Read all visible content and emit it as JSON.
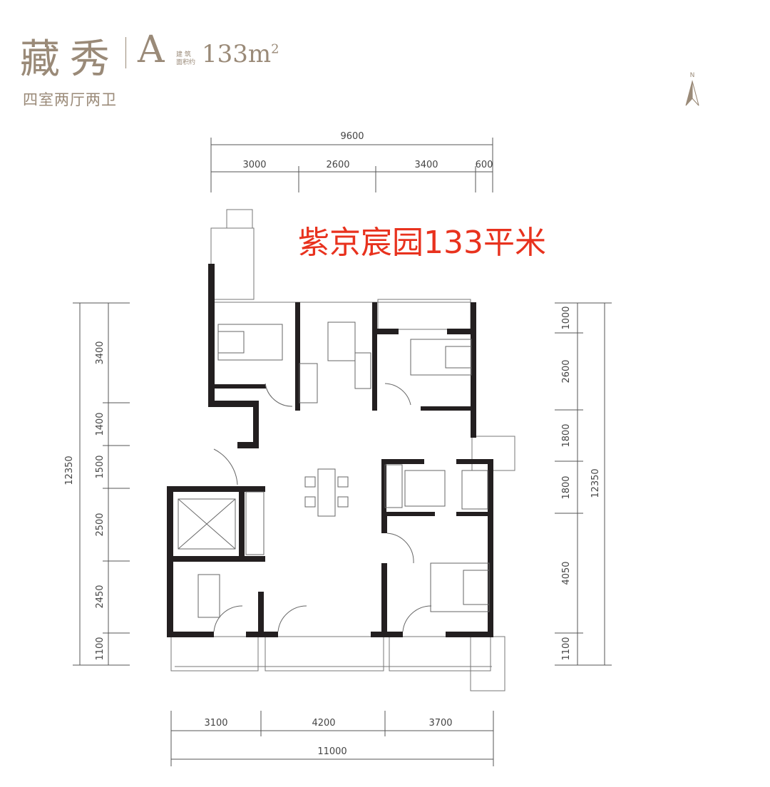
{
  "header": {
    "name": "藏秀",
    "type": "A",
    "area_label_line1": "建 筑",
    "area_label_line2": "面积约",
    "area": "133m",
    "area_sup": "2",
    "layout": "四室两厅两卫"
  },
  "overlay_text": "紫京宸园133平米",
  "compass": {
    "label": "N"
  },
  "dimensions": {
    "top_total": "9600",
    "top": [
      "3000",
      "2600",
      "3400",
      "600"
    ],
    "bottom": [
      "3100",
      "4200",
      "3700"
    ],
    "bottom_total": "11000",
    "left_total": "12350",
    "left": [
      "3400",
      "1400",
      "1500",
      "2500",
      "2450",
      "1100"
    ],
    "right_total": "12350",
    "right": [
      "1000",
      "2600",
      "1800",
      "1800",
      "4050",
      "1100"
    ]
  },
  "colors": {
    "brand": "#9a8a78",
    "overlay": "#e8321e",
    "wall": "#231f20"
  }
}
